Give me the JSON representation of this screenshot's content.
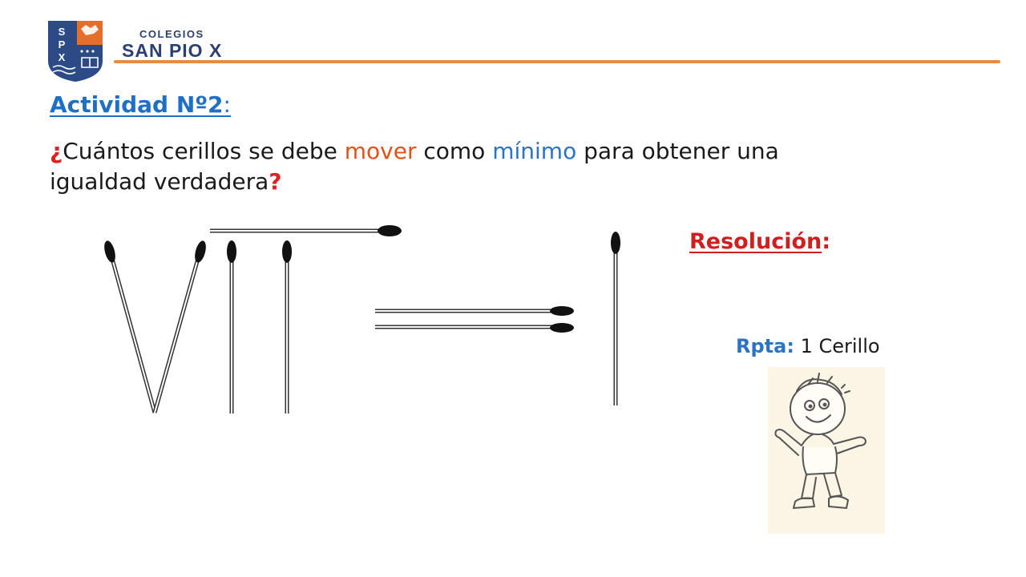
{
  "header": {
    "logo_letters": [
      "S",
      "P",
      "X"
    ],
    "brand_line1": "COLEGIOS",
    "brand_line2": "SAN PIO X"
  },
  "activity": {
    "title": "Actividad Nº2",
    "title_colon": ":"
  },
  "question": {
    "open_mark": "¿",
    "part1": "Cuántos cerillos se debe ",
    "word_move": "mover",
    "part2": " como ",
    "word_min": "mínimo",
    "part3": " para obtener una",
    "line2": "igualdad verdadera",
    "close_mark": "?"
  },
  "resolution": {
    "label": "Resolución",
    "colon": ":"
  },
  "answer": {
    "label": "Rpta",
    "colon": ":",
    "value": " 1 Cerillo"
  },
  "colors": {
    "accent_orange": "#ec8a3c",
    "brand_blue": "#2b3f73",
    "title_blue": "#1f6fc4",
    "highlight_red": "#e02121"
  }
}
